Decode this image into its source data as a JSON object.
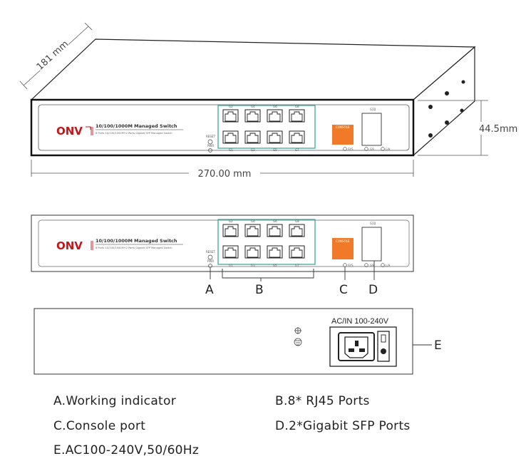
{
  "dimensions": {
    "depth": "181 mm",
    "height": "44.5mm",
    "width": "270.00 mm"
  },
  "front_panel": {
    "brand": "ONV",
    "model_title": "10/100/1000M Managed Switch",
    "model_subtitle": "8 Ports 10/100/1000M+2 Ports Gigabit SFP Managed Switch",
    "reset_label": "RESET",
    "pwr_label": "PWR",
    "port_labels_top": [
      "G2",
      "G4",
      "G6",
      "G8"
    ],
    "port_labels_bottom": [
      "G1",
      "G3",
      "G5",
      "G7"
    ],
    "console_label": "CONSOLE",
    "sfp_port_label": "G10",
    "sfp_led_labels": [
      "SYS",
      "G9",
      "L/A"
    ]
  },
  "callouts": [
    "A",
    "B",
    "C",
    "D",
    "E"
  ],
  "rear_panel": {
    "power_label": "AC/IN 100-240V"
  },
  "legend": {
    "a": "A.Working indicator",
    "b": "B.8* RJ45 Ports",
    "c": "C.Console port",
    "d": "D.2*Gigabit SFP Ports",
    "e": "E.AC100-240V,50/60Hz"
  },
  "colors": {
    "brand_red": "#c0181e",
    "console_orange": "#f07a2a",
    "port_frame_teal": "#3fa7a0",
    "outline": "#222222"
  }
}
